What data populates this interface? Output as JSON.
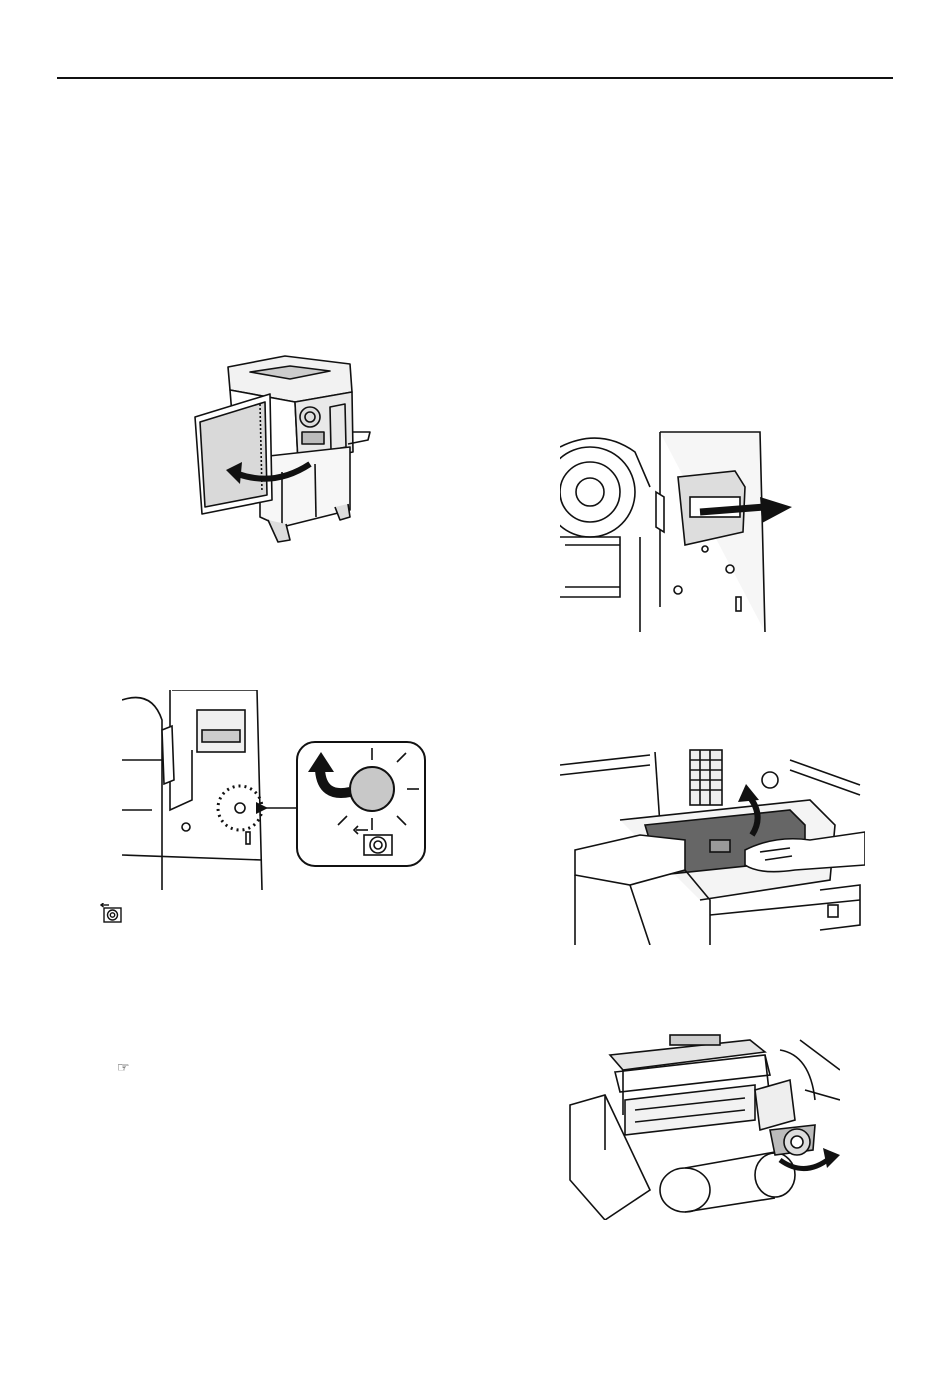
{
  "page": {
    "reference_glyph": "☞"
  },
  "figures": [
    {
      "id": "open-front-door",
      "icon": "arrow-icon"
    },
    {
      "id": "pull-out-drum",
      "icon": "arrow-icon"
    },
    {
      "id": "drum-release-button",
      "icon": "drum-release-icon"
    },
    {
      "id": "lift-master-cover",
      "icon": "arrow-icon"
    },
    {
      "id": "rotate-roll-knob",
      "icon": "arrow-icon"
    }
  ]
}
